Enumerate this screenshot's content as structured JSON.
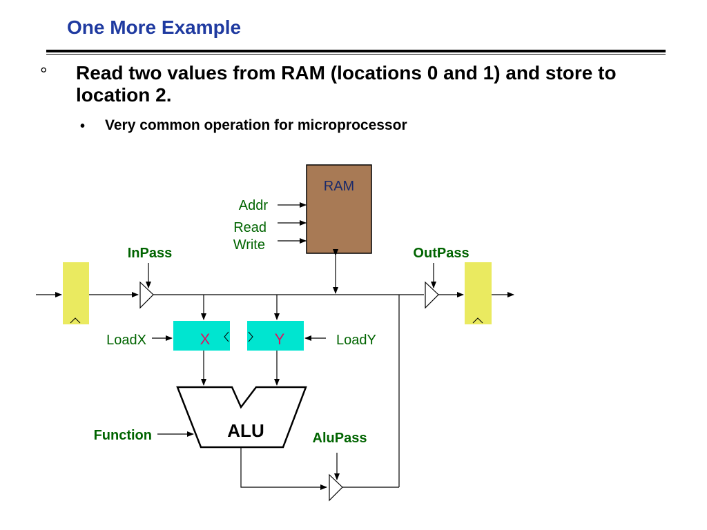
{
  "slide": {
    "title": "One More Example",
    "bullet_marker": "°",
    "bullet": "Read two values from RAM (locations 0 and 1) and store to location 2.",
    "sub_bullet_marker": "•",
    "sub_bullet": "Very common operation for microprocessor"
  },
  "diagram": {
    "ram_label": "RAM",
    "ram_inputs": [
      "Addr",
      "Read",
      "Write"
    ],
    "in_pass": "InPass",
    "out_pass": "OutPass",
    "reg_x": "X",
    "reg_y": "Y",
    "load_x": "LoadX",
    "load_y": "LoadY",
    "alu_label": "ALU",
    "function_label": "Function",
    "alu_pass": "AluPass"
  },
  "colors": {
    "title": "#1f3aa0",
    "label_green": "#006400",
    "ram_fill": "#a87a55",
    "register_fill": "#00e5d0",
    "register_text": "#e01060",
    "io_register_fill": "#eaea60"
  }
}
